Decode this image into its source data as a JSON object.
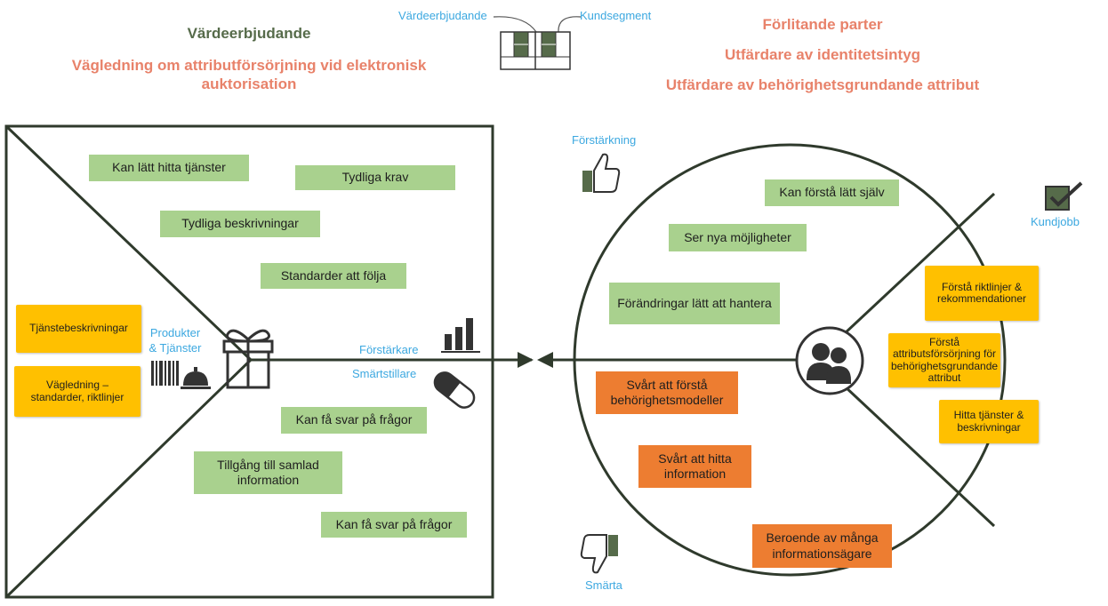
{
  "header": {
    "left_title": "Värdeerbjudande",
    "left_subtitle": "Vägledning om attributförsörjning vid elektronisk auktorisation",
    "legend_left": "Värdeerbjudande",
    "legend_right": "Kundsegment",
    "right_lines": [
      "Förlitande parter",
      "Utfärdare av identitetsintyg",
      "Utfärdare av behörighetsgrundande attribut"
    ]
  },
  "value_map": {
    "products_label": "Produkter\n& Tjänster",
    "gain_creators_label": "Förstärkare",
    "pain_relievers_label": "Smärtstillare",
    "products": [
      "Tjänstebeskrivningar",
      "Vägledning – standarder, riktlinjer"
    ],
    "gain_creators": [
      "Kan lätt hitta tjänster",
      "Tydliga krav",
      "Tydliga beskrivningar",
      "Standarder att följa"
    ],
    "pain_relievers": [
      "Kan få svar på frågor",
      "Tillgång till samlad information",
      "Kan få svar på frågor"
    ]
  },
  "customer_profile": {
    "gains_label": "Förstärkning",
    "jobs_label": "Kundjobb",
    "pains_label": "Smärta",
    "gains": [
      "Kan förstå lätt själv",
      "Ser nya möjligheter",
      "Förändringar lätt att hantera"
    ],
    "jobs": [
      "Förstå riktlinjer & rekommendationer",
      "Förstå attributsförsörjning för behörighetsgrundande attribut",
      "Hitta tjänster & beskrivningar"
    ],
    "pains": [
      "Svårt att förstå behörighetsmodeller",
      "Svårt att hitta information",
      "Beroende av många informationsägare"
    ]
  },
  "colors": {
    "frame": "#2f3a2c",
    "green_note": "#a9d18e",
    "yellow_note": "#ffc000",
    "orange_note": "#ed7d31",
    "label_blue": "#3ca8e0",
    "title_green": "#566b4a",
    "title_salmon": "#e8826a"
  }
}
